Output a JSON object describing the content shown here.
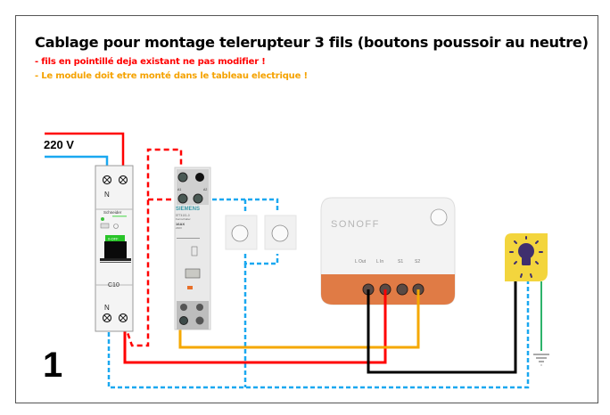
{
  "title": "Cablage pour montage telerupteur 3 fils (boutons poussoir au neutre)",
  "notes": [
    {
      "text": "- fils en pointillé deja existant ne pas modifier !",
      "color": "#ff0000"
    },
    {
      "text": "- Le module doit etre monté dans le tableau electrique !",
      "color": "#f5a200"
    }
  ],
  "supply_label": "220 V",
  "diagram_number": "1",
  "breaker": {
    "brand": "Schneider",
    "rating": "C10",
    "top_label": "N",
    "bottom_label": "N",
    "status": "0-OFF"
  },
  "relay": {
    "brand": "SIEMENS",
    "model": "5TT4101-0",
    "type": "Fernschalter",
    "rating": "16AX",
    "voltage": "230V",
    "terminal_labels": [
      "1",
      "A1",
      "A2"
    ]
  },
  "pushbuttons": [
    {
      "name": "push-button-1"
    },
    {
      "name": "push-button-2"
    }
  ],
  "sonoff": {
    "brand": "SONOFF",
    "terminals": [
      "L Out",
      "L In",
      "S1",
      "S2"
    ]
  },
  "wire_colors": {
    "phase": "#ff0000",
    "neutral": "#1aa8f0",
    "switched": "#000000",
    "switch_line": "#f5a800",
    "earth": "#2db36b"
  },
  "device_colors": {
    "sonoff_body": "#f4f4f4",
    "sonoff_base": "#e07b45",
    "bulb_bg": "#f3d53d",
    "bulb_glyph": "#3f2f6e"
  },
  "icons": {
    "lamp": "light-bulb-icon",
    "earth": "ground-icon"
  }
}
